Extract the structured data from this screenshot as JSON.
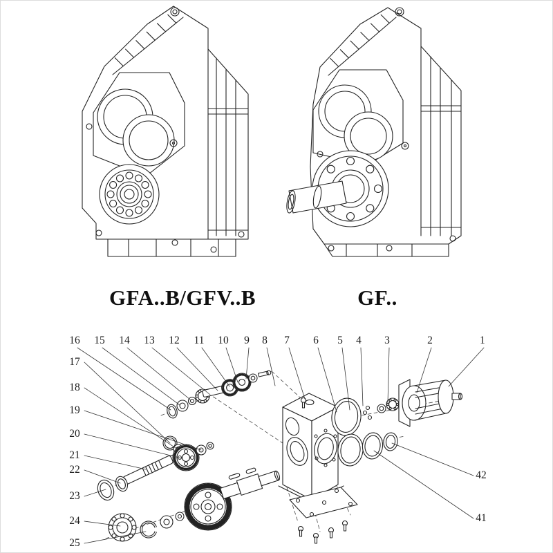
{
  "page": {
    "background": "#ffffff",
    "line_color": "#222222"
  },
  "figures": {
    "left": {
      "caption": "GFA..B/GFV..B"
    },
    "right": {
      "caption": "GF.."
    }
  },
  "exploded": {
    "callouts_top": [
      "16",
      "15",
      "14",
      "13",
      "12",
      "11",
      "10",
      "9",
      "8",
      "7",
      "6",
      "5",
      "4",
      "3",
      "2",
      "1"
    ],
    "callouts_left": [
      "17",
      "18",
      "19",
      "20",
      "21",
      "22",
      "23",
      "24",
      "25"
    ],
    "callouts_right": [
      "42",
      "41"
    ]
  }
}
